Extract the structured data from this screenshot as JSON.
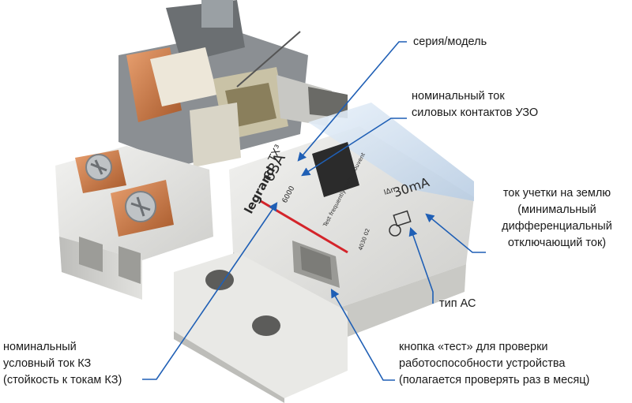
{
  "annotations": {
    "series_model": "серия/модель",
    "contacts_current": [
      "номинальный ток",
      "силовых контактов УЗО"
    ],
    "leakage_current": [
      "ток учетки на землю",
      "(минимальный",
      "дифференциальный",
      "отключающий ток)"
    ],
    "type_ac": "тип АС",
    "short_circuit": [
      "номинальный",
      "условный ток КЗ",
      "(стойкость к токам КЗ)"
    ],
    "test_button": [
      "кнопка «тест» для проверки",
      "работоспособности устройства",
      "(полагается проверять раз в месяц)"
    ]
  },
  "device_markings": {
    "brand": "legrand",
    "series": "TX³",
    "rated_current": "63A",
    "short_circuit_rating": "6000",
    "sensitivity_prefix": "IΔn",
    "sensitivity": "30mA",
    "test_note": "Test frequently tester souvent",
    "ref_code": "4030 02"
  },
  "colors": {
    "callout_line": "#1f5fb5",
    "arrow": "#1f5fb5",
    "brand_red": "#d4242a"
  }
}
